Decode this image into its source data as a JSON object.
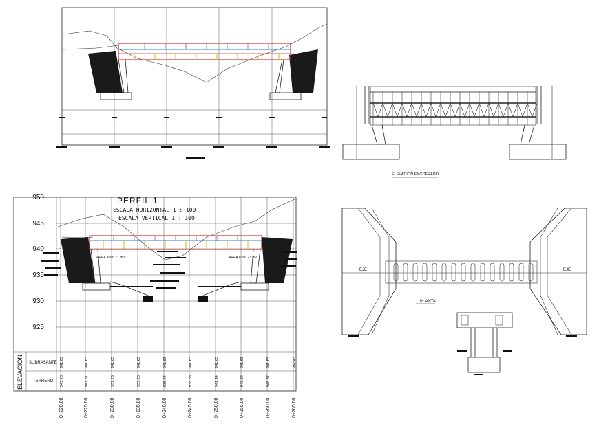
{
  "profile": {
    "title": "PERFIL 1",
    "scale_h": "ESCALA HORIZONTAL 1 : 100",
    "scale_v": "ESCALA VERTICAL 1 : 100",
    "elev_ticks": [
      "950",
      "945",
      "940",
      "935",
      "930",
      "925"
    ],
    "area_left": "AREA =166.71 m2",
    "area_right": "AREA =166.73 m2",
    "elevacion_label": "ELEVACION",
    "row_subrasante": "SUBRASANTE",
    "row_terreno": "TERRENO",
    "subrasante_values": [
      "941.63",
      "941.63",
      "941.63",
      "941.63",
      "941.63",
      "941.63",
      "941.63",
      "941.63",
      "941.63",
      "942.43"
    ],
    "terreno_values": [
      "943.28",
      "941.51",
      "937.23",
      "935.20",
      "935.44",
      "938.63",
      "942.44",
      "943.82",
      "946.37"
    ],
    "stations": [
      "0+220.00",
      "0+225.00",
      "0+230.00",
      "0+235.00",
      "0+240.00",
      "0+245.00",
      "0+250.00",
      "0+255.00",
      "0+260.00",
      "0+265.00"
    ]
  },
  "encofrado": {
    "title": "ELEVACION ENCOFRADO"
  },
  "planta": {
    "title": "PLANTA",
    "eje_left": "EJE",
    "eje_right": "EJE"
  },
  "colors": {
    "line": "#222222",
    "ground_fill": "#1a1a1a",
    "deck_red": "#d9302a",
    "rail_blue": "#2f7fd6",
    "post_yellow": "#e0b400",
    "post_purple": "#8a4fb5"
  }
}
